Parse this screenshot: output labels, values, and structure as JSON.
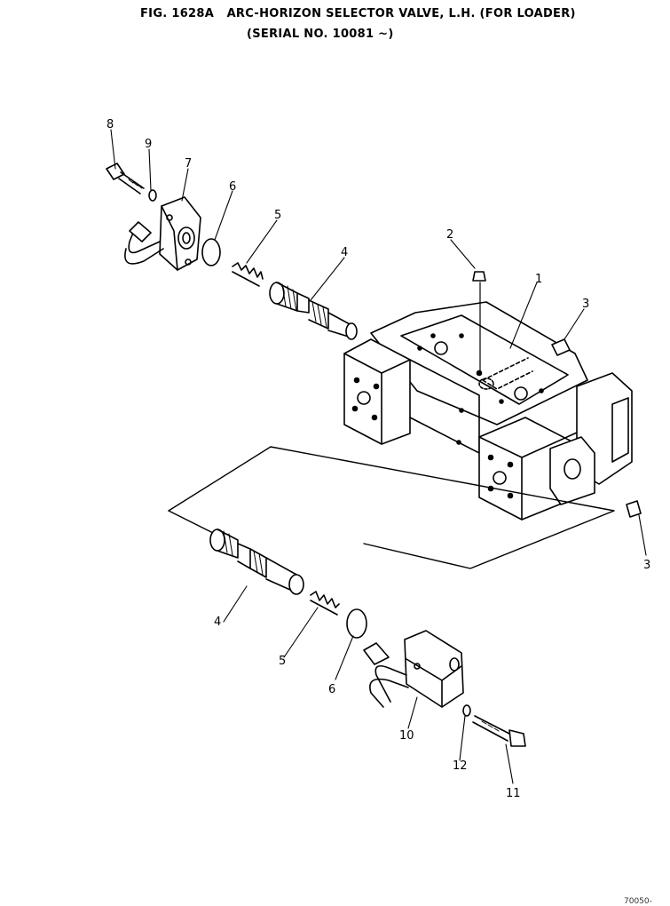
{
  "title": "FIG. 1628A   ARC-HORIZON SELECTOR VALVE, L.H. (FOR LOADER)",
  "subtitle": "(SERIAL NO. 10081 ~)",
  "corner_code": "70050-",
  "callouts": [
    "8",
    "9",
    "7",
    "6",
    "5",
    "4",
    "2",
    "1",
    "3",
    "3",
    "4",
    "5",
    "6",
    "10",
    "12",
    "11"
  ]
}
